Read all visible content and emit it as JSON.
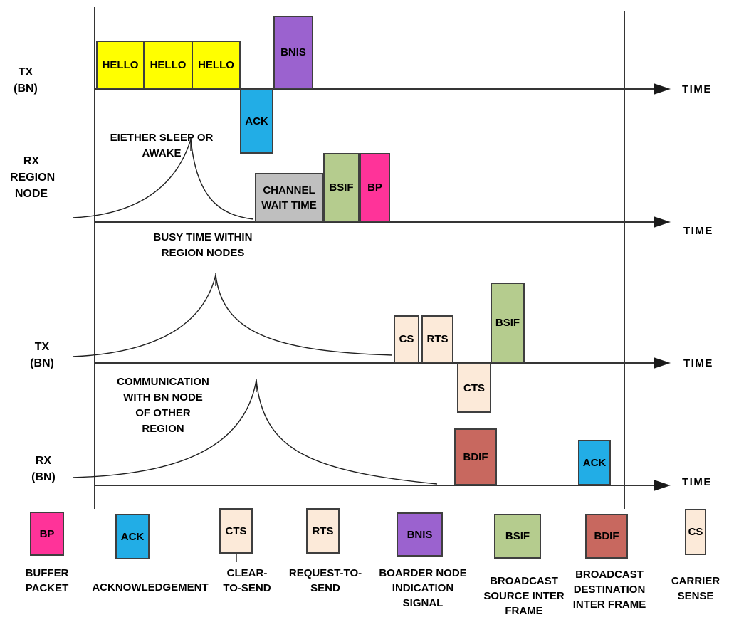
{
  "axis_time_label": "TIME",
  "rows": [
    {
      "label_lines": [
        "TX",
        "(BN)"
      ]
    },
    {
      "label_lines": [
        "RX",
        "REGION",
        "NODE"
      ]
    },
    {
      "label_lines": [
        "TX",
        "(BN)"
      ]
    },
    {
      "label_lines": [
        "RX",
        "(BN)"
      ]
    }
  ],
  "annotations": {
    "sleep": {
      "lines": [
        "EIETHER SLEEP OR",
        "AWAKE"
      ]
    },
    "busy": {
      "lines": [
        "BUSY TIME WITHIN",
        "REGION NODES"
      ]
    },
    "comm": {
      "lines": [
        "COMMUNICATION",
        "WITH BN NODE",
        "OF OTHER",
        "REGION"
      ]
    }
  },
  "timeline_blocks": {
    "hello1": "HELLO",
    "hello2": "HELLO",
    "hello3": "HELLO",
    "ack_tx": "ACK",
    "bnis": "BNIS",
    "channel_wait_lines": [
      "CHANNEL",
      "WAIT TIME"
    ],
    "bsif_rx": "BSIF",
    "bp_rx": "BP",
    "cs": "CS",
    "rts": "RTS",
    "cts": "CTS",
    "bsif_tx": "BSIF",
    "bdif": "BDIF",
    "ack_rx": "ACK"
  },
  "legend": [
    {
      "abbr": "BP",
      "label_lines": [
        "BUFFER",
        "PACKET"
      ]
    },
    {
      "abbr": "ACK",
      "label_lines": [
        "ACKNOWLEDGEMENT"
      ]
    },
    {
      "abbr": "CTS",
      "label_lines": [
        "CLEAR-",
        "TO-SEND"
      ]
    },
    {
      "abbr": "RTS",
      "label_lines": [
        "REQUEST-TO-",
        "SEND"
      ]
    },
    {
      "abbr": "BNIS",
      "label_lines": [
        "BOARDER NODE",
        "INDICATION",
        "SIGNAL"
      ]
    },
    {
      "abbr": "BSIF",
      "label_lines": [
        "BROADCAST",
        "SOURCE INTER",
        "FRAME"
      ]
    },
    {
      "abbr": "BDIF",
      "label_lines": [
        "BROADCAST",
        "DESTINATION",
        "INTER FRAME"
      ]
    },
    {
      "abbr": "CS",
      "label_lines": [
        "CARRIER",
        "SENSE"
      ]
    }
  ],
  "colors": {
    "yellow": "#ffff00",
    "cyan": "#22ade6",
    "purple": "#9b62cf",
    "gray": "#bfbfbf",
    "green": "#b5cc8e",
    "pink": "#ff3399",
    "cream": "#fcead9",
    "brown": "#c8685f",
    "line": "#353535"
  }
}
